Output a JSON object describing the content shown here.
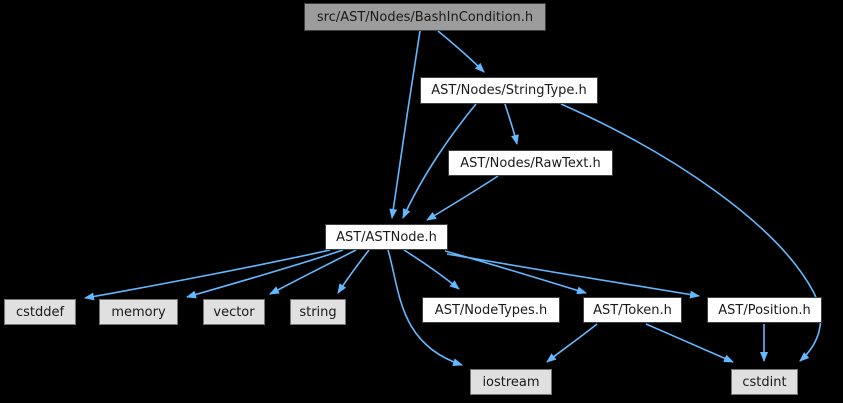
{
  "diagram": {
    "kind": "include-dependency-graph",
    "colors": {
      "background": "#000000",
      "edge": "#63b8ff",
      "root_fill": "#9c9c9c",
      "file_fill": "#ffffff",
      "system_fill": "#e0e0e0",
      "border_dark": "#3f3f3f",
      "border_system": "#757575",
      "text": "#1a1a1a"
    },
    "nodes": [
      {
        "id": "bash-in-condition",
        "label": "src/AST/Nodes/BashInCondition.h",
        "kind": "root"
      },
      {
        "id": "string-type",
        "label": "AST/Nodes/StringType.h",
        "kind": "file"
      },
      {
        "id": "raw-text",
        "label": "AST/Nodes/RawText.h",
        "kind": "file"
      },
      {
        "id": "ast-node",
        "label": "AST/ASTNode.h",
        "kind": "file"
      },
      {
        "id": "cstddef",
        "label": "cstddef",
        "kind": "system"
      },
      {
        "id": "memory",
        "label": "memory",
        "kind": "system"
      },
      {
        "id": "vector",
        "label": "vector",
        "kind": "system"
      },
      {
        "id": "string",
        "label": "string",
        "kind": "system"
      },
      {
        "id": "node-types",
        "label": "AST/NodeTypes.h",
        "kind": "file"
      },
      {
        "id": "token",
        "label": "AST/Token.h",
        "kind": "file"
      },
      {
        "id": "position",
        "label": "AST/Position.h",
        "kind": "file"
      },
      {
        "id": "iostream",
        "label": "iostream",
        "kind": "system"
      },
      {
        "id": "cstdint",
        "label": "cstdint",
        "kind": "system"
      }
    ],
    "edges": [
      {
        "from": "bash-in-condition",
        "to": "string-type"
      },
      {
        "from": "bash-in-condition",
        "to": "ast-node"
      },
      {
        "from": "string-type",
        "to": "raw-text"
      },
      {
        "from": "string-type",
        "to": "ast-node"
      },
      {
        "from": "string-type",
        "to": "cstdint"
      },
      {
        "from": "raw-text",
        "to": "ast-node"
      },
      {
        "from": "ast-node",
        "to": "cstddef"
      },
      {
        "from": "ast-node",
        "to": "memory"
      },
      {
        "from": "ast-node",
        "to": "vector"
      },
      {
        "from": "ast-node",
        "to": "string"
      },
      {
        "from": "ast-node",
        "to": "node-types"
      },
      {
        "from": "ast-node",
        "to": "token"
      },
      {
        "from": "ast-node",
        "to": "position"
      },
      {
        "from": "ast-node",
        "to": "iostream"
      },
      {
        "from": "token",
        "to": "iostream"
      },
      {
        "from": "token",
        "to": "cstdint"
      },
      {
        "from": "position",
        "to": "cstdint"
      }
    ]
  }
}
